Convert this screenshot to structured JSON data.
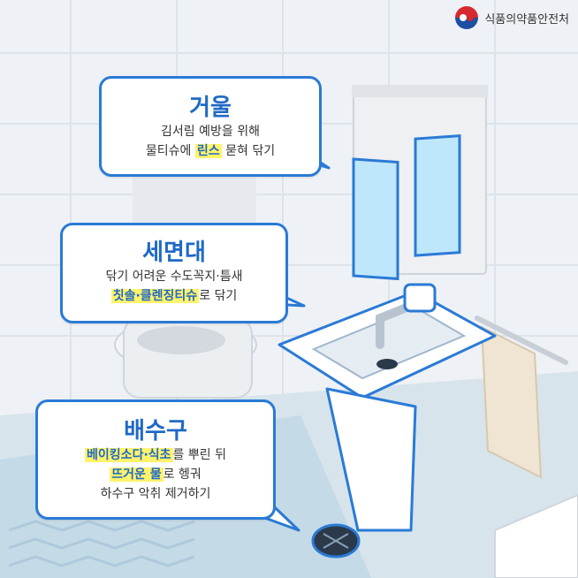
{
  "header": {
    "org_name": "식품의약품안전처"
  },
  "colors": {
    "accent": "#2a7ad6",
    "highlight": "#fff36a"
  },
  "bubbles": {
    "mirror": {
      "title": "거울",
      "line1": "김서림 예방을 위해",
      "line2_pre": "물티슈에 ",
      "line2_hl": "린스",
      "line2_post": " 묻혀 닦기"
    },
    "sink": {
      "title": "세면대",
      "line1": "닦기 어려운 수도꼭지·틈새",
      "line2_hl": "칫솔·클렌징티슈",
      "line2_post": "로 닦기"
    },
    "drain": {
      "title": "배수구",
      "line1_hl": "베이킹소다·식초",
      "line1_post": "를 뿌린 뒤",
      "line2_hl": "뜨거운 물",
      "line2_post": "로 헹궈",
      "line3": "하수구 악취 제거하기"
    }
  }
}
